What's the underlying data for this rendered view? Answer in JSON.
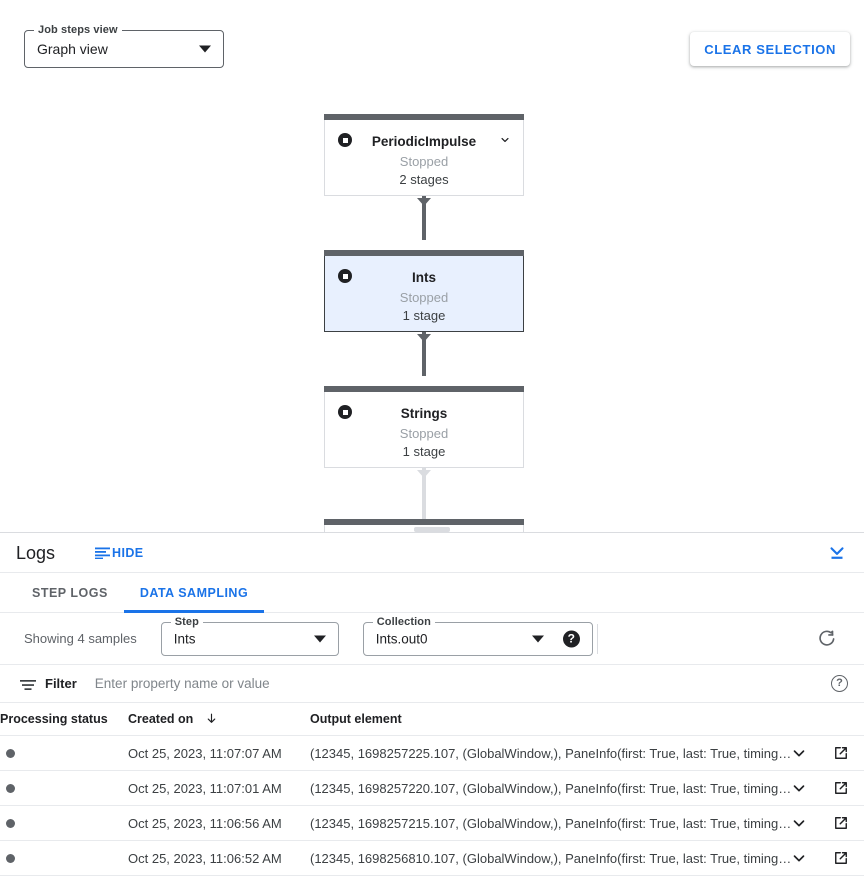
{
  "toolbar": {
    "view_select_label": "Job steps view",
    "view_select_value": "Graph view",
    "clear_selection_label": "CLEAR SELECTION"
  },
  "graph": {
    "nodes": [
      {
        "title": "PeriodicImpulse",
        "status": "Stopped",
        "stages": "2 stages",
        "selected": false,
        "has_chevron": true
      },
      {
        "title": "Ints",
        "status": "Stopped",
        "stages": "1 stage",
        "selected": true,
        "has_chevron": false
      },
      {
        "title": "Strings",
        "status": "Stopped",
        "stages": "1 stage",
        "selected": false,
        "has_chevron": false
      }
    ]
  },
  "logs": {
    "title": "Logs",
    "hide_label": "HIDE",
    "tabs": [
      {
        "label": "STEP LOGS",
        "active": false
      },
      {
        "label": "DATA SAMPLING",
        "active": true
      }
    ],
    "controls": {
      "showing_text": "Showing 4 samples",
      "step_label": "Step",
      "step_value": "Ints",
      "collection_label": "Collection",
      "collection_value": "Ints.out0",
      "help_glyph": "?"
    },
    "filter": {
      "label": "Filter",
      "placeholder": "Enter property name or value",
      "help_glyph": "?"
    },
    "table": {
      "headers": {
        "status": "Processing status",
        "created": "Created on",
        "output": "Output element",
        "actions": ""
      },
      "rows": [
        {
          "created": "Oct 25, 2023, 11:07:07 AM",
          "output": "(12345, 1698257225.107, (GlobalWindow,), PaneInfo(first: True, last: True, timing…"
        },
        {
          "created": "Oct 25, 2023, 11:07:01 AM",
          "output": "(12345, 1698257220.107, (GlobalWindow,), PaneInfo(first: True, last: True, timing…"
        },
        {
          "created": "Oct 25, 2023, 11:06:56 AM",
          "output": "(12345, 1698257215.107, (GlobalWindow,), PaneInfo(first: True, last: True, timing…"
        },
        {
          "created": "Oct 25, 2023, 11:06:52 AM",
          "output": "(12345, 1698256810.107, (GlobalWindow,), PaneInfo(first: True, last: True, timing…"
        }
      ]
    }
  },
  "colors": {
    "accent": "#1a73e8",
    "selected_node_bg": "#e8f0fe",
    "node_bar": "#5f6368",
    "muted_text": "#9aa0a6"
  }
}
